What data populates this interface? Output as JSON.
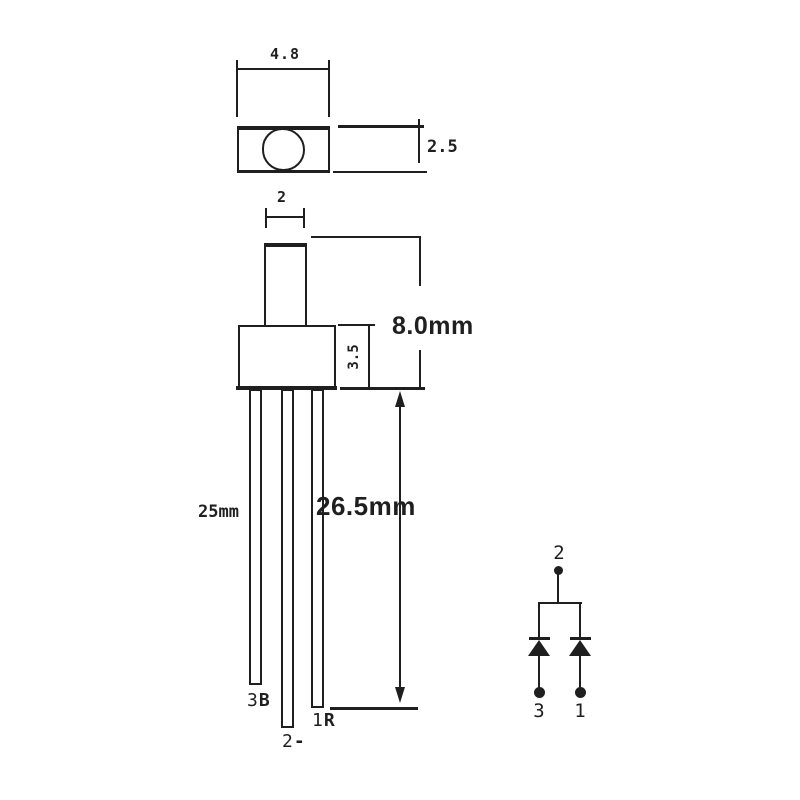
{
  "colors": {
    "ink": "#1f1f1f",
    "background": "#ffffff"
  },
  "top_view": {
    "width_dim": "4.8",
    "height_dim": "2.5"
  },
  "side_view": {
    "lens_width_dim": "2",
    "overall_height_dim": "8.0mm",
    "body_height_dim": "3.5"
  },
  "leads_view": {
    "lead_length_dim": "25mm",
    "lead_span_dim": "26.5mm",
    "pins": [
      {
        "number": "3",
        "tag": "B"
      },
      {
        "number": "2",
        "tag": "-"
      },
      {
        "number": "1",
        "tag": "R"
      }
    ]
  },
  "schematic": {
    "common_pin": "2",
    "left_pin": "3",
    "right_pin": "1"
  }
}
